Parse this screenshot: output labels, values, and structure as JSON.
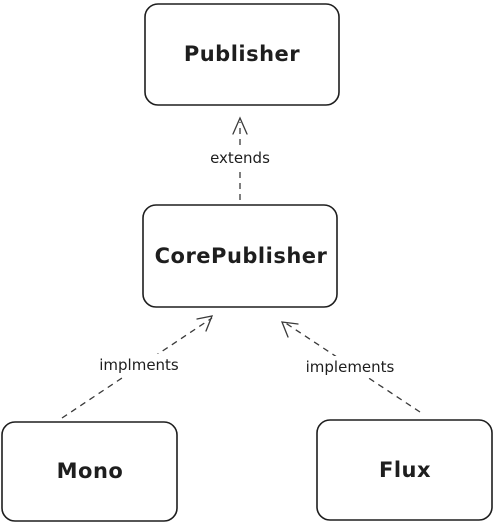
{
  "nodes": {
    "publisher": {
      "label": "Publisher"
    },
    "core_publisher": {
      "label": "CorePublisher"
    },
    "mono": {
      "label": "Mono"
    },
    "flux": {
      "label": "Flux"
    }
  },
  "edges": {
    "core_to_publisher": {
      "label": "extends"
    },
    "mono_to_core": {
      "label": "implments"
    },
    "flux_to_core": {
      "label": "implements"
    }
  },
  "colors": {
    "stroke": "#1e1e1e",
    "background": "#ffffff"
  }
}
